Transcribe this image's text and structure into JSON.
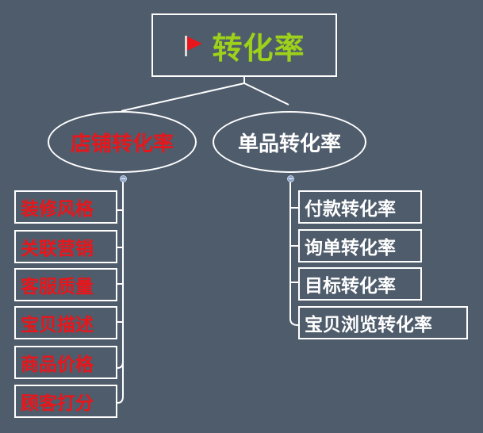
{
  "root": {
    "label": "转化率",
    "icon": "red-flag-icon"
  },
  "branches": [
    {
      "label": "店铺转化率",
      "color": "#e8161b",
      "children": [
        "装修风格",
        "关联营销",
        "客服质量",
        "宝贝描述",
        "商品价格",
        "顾客打分"
      ]
    },
    {
      "label": "单品转化率",
      "color": "#ffffff",
      "children": [
        "付款转化率",
        "询单转化率",
        "目标转化率",
        "宝贝浏览转化率"
      ]
    }
  ],
  "colors": {
    "background": "#4f5c6b",
    "root_text": "#9dd11a",
    "line": "#ffffff"
  }
}
